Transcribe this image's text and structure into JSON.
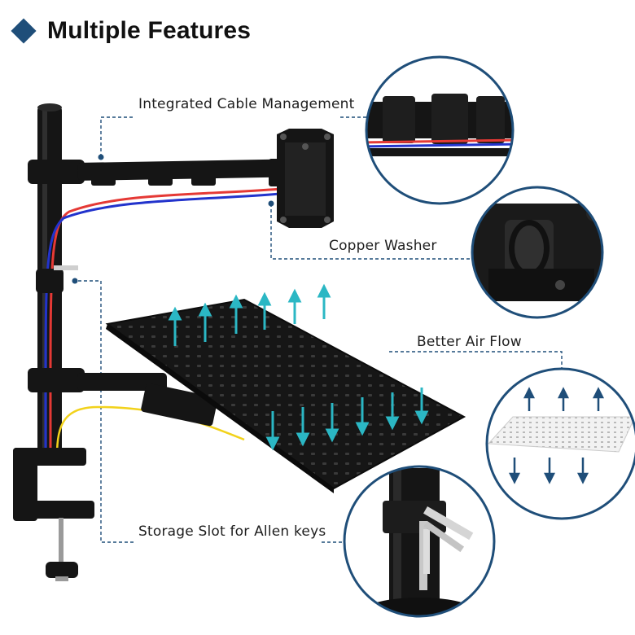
{
  "header": {
    "title": "Multiple Features"
  },
  "features": {
    "cable": "Integrated Cable Management",
    "washer": "Copper Washer",
    "airflow": "Better Air Flow",
    "storage": "Storage Slot for Allen keys"
  },
  "colors": {
    "accent": "#1f4e79",
    "product": "#141414",
    "arrow": "#2bb7c4",
    "cable_red": "#e53935",
    "cable_blue": "#2233cc",
    "cable_yellow": "#f2d21b"
  }
}
